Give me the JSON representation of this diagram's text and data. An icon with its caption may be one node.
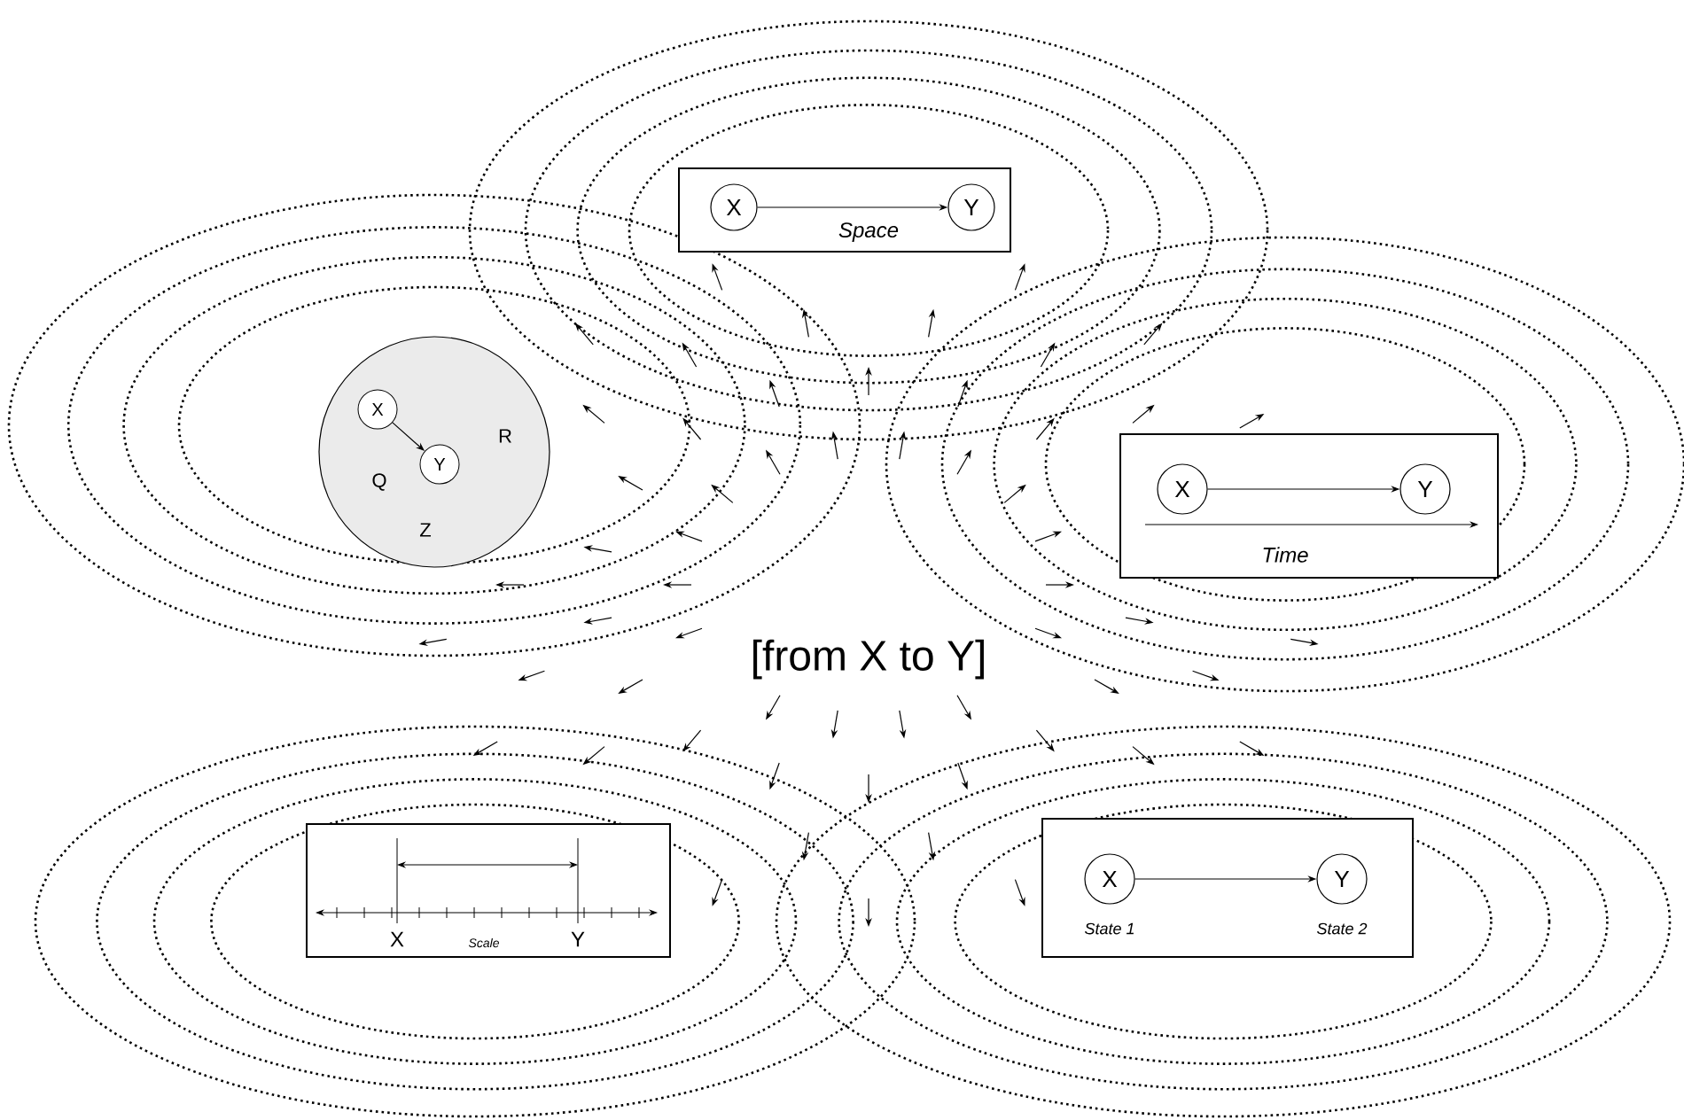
{
  "diagram": {
    "nodes": [
      {
        "text": [
          "Space"
        ]
      },
      {
        "text": [
          "X"
        ],
        "in": 0
      },
      {
        "text": [
          "Y"
        ],
        "in": 0
      },
      {
        "text": [
          "R",
          "Q",
          "Z"
        ]
      },
      {
        "text": [
          "X"
        ],
        "in": 3
      },
      {
        "text": [
          "Y"
        ],
        "in": 3
      },
      {
        "text": [
          "Time"
        ]
      },
      {
        "text": [
          "X"
        ],
        "in": 6
      },
      {
        "text": [
          "Y"
        ],
        "in": 6
      },
      {
        "text": [
          "X",
          "Scale",
          "Y"
        ]
      },
      {
        "text": [],
        "shape": "box"
      },
      {
        "text": [
          "X"
        ],
        "in": 10,
        "beside": [
          "State 1"
        ]
      },
      {
        "text": [
          "Y"
        ],
        "in": 10,
        "beside": [
          "State 2"
        ]
      }
    ],
    "edges": [
      {
        "from": 1,
        "to": 2,
        "arrow": "to"
      },
      {
        "from": 4,
        "to": 5,
        "arrow": "to"
      },
      {
        "from": 7,
        "to": 8,
        "arrow": "to"
      },
      {
        "from": 11,
        "to": 12,
        "arrow": "to"
      }
    ],
    "labels": [
      "[from X to Y]"
    ]
  }
}
